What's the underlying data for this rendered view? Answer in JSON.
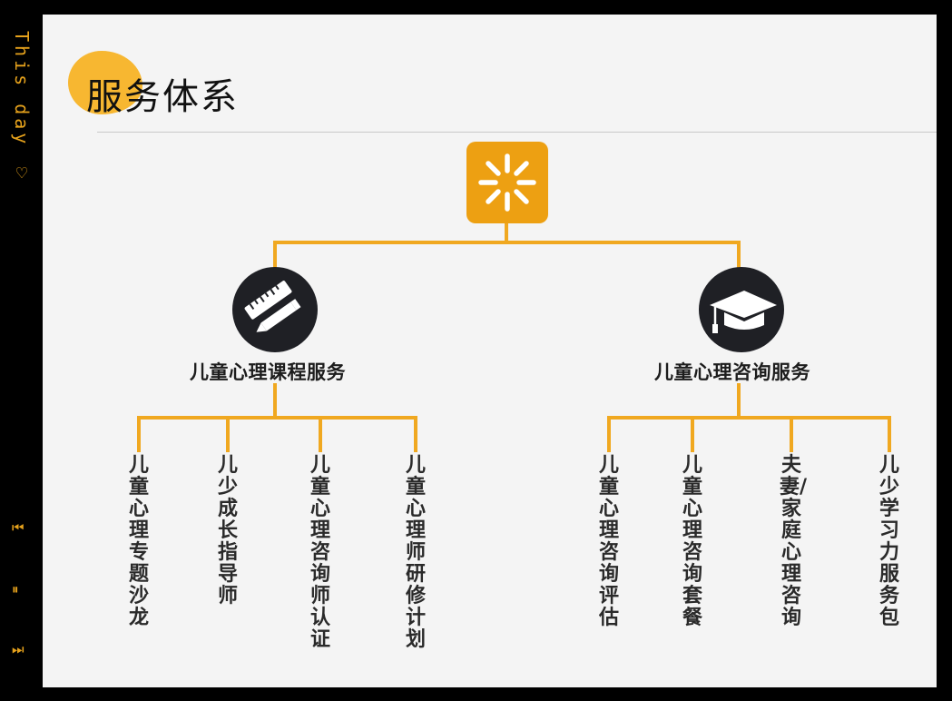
{
  "side_caption": "This day ♡",
  "controls": {
    "prev_icon": "⏮",
    "pause_icon": "⏸",
    "next_icon": "⏭"
  },
  "slide": {
    "title": "服务体系",
    "colors": {
      "accent": "#eda012",
      "line": "#f0a820",
      "dark_icon": "#1f2025",
      "background": "#f4f4f4"
    },
    "root": {
      "icon": "sunburst-icon"
    },
    "branches": [
      {
        "label": "儿童心理课程服务",
        "icon": "ruler-pencil-icon",
        "leaves": [
          "儿童心理专题沙龙",
          "儿少成长指导师",
          "儿童心理咨询师认证",
          "儿童心理师研修计划"
        ]
      },
      {
        "label": "儿童心理咨询服务",
        "icon": "graduation-cap-icon",
        "leaves": [
          "儿童心理咨询评估",
          "儿童心理咨询套餐",
          "夫妻/家庭心理咨询",
          "儿少学习力服务包"
        ]
      }
    ]
  }
}
